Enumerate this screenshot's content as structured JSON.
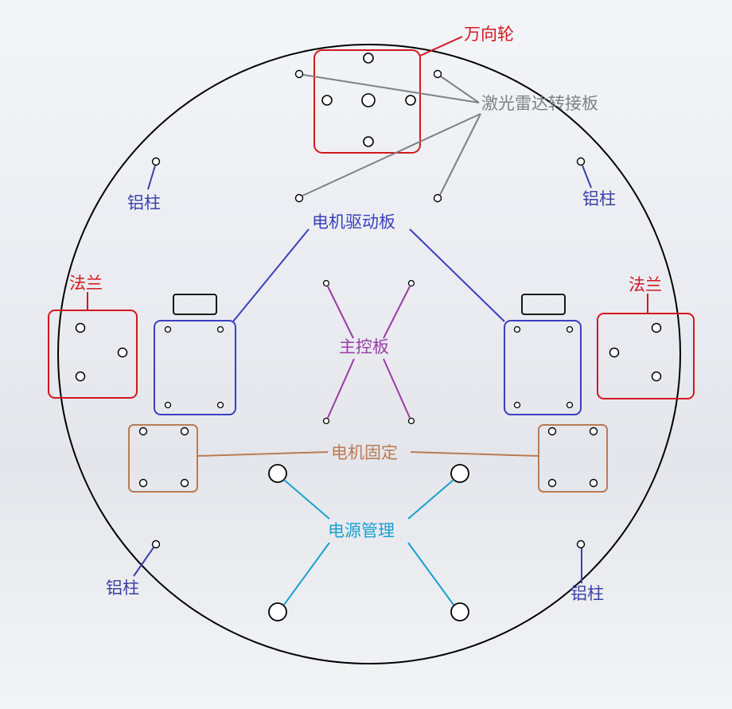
{
  "labels": {
    "caster": "万向轮",
    "lidar_adapter": "激光雷达转接板",
    "al_pillar_top_left": "铝柱",
    "al_pillar_top_right": "铝柱",
    "motor_driver": "电机驱动板",
    "flange_left": "法兰",
    "flange_right": "法兰",
    "main_board": "主控板",
    "motor_mount": "电机固定",
    "power_mgmt": "电源管理",
    "al_pillar_bottom_left": "铝柱",
    "al_pillar_bottom_right": "铝柱"
  },
  "colors": {
    "caster": "#d4161e",
    "flange": "#d4161e",
    "lidar": "#808080",
    "pillar": "#3a40a8",
    "motor_driver": "#3a3fc0",
    "main_board": "#9b3aa6",
    "motor_mount": "#b87b55",
    "power": "#1aa0cf",
    "outline": "#000000"
  }
}
